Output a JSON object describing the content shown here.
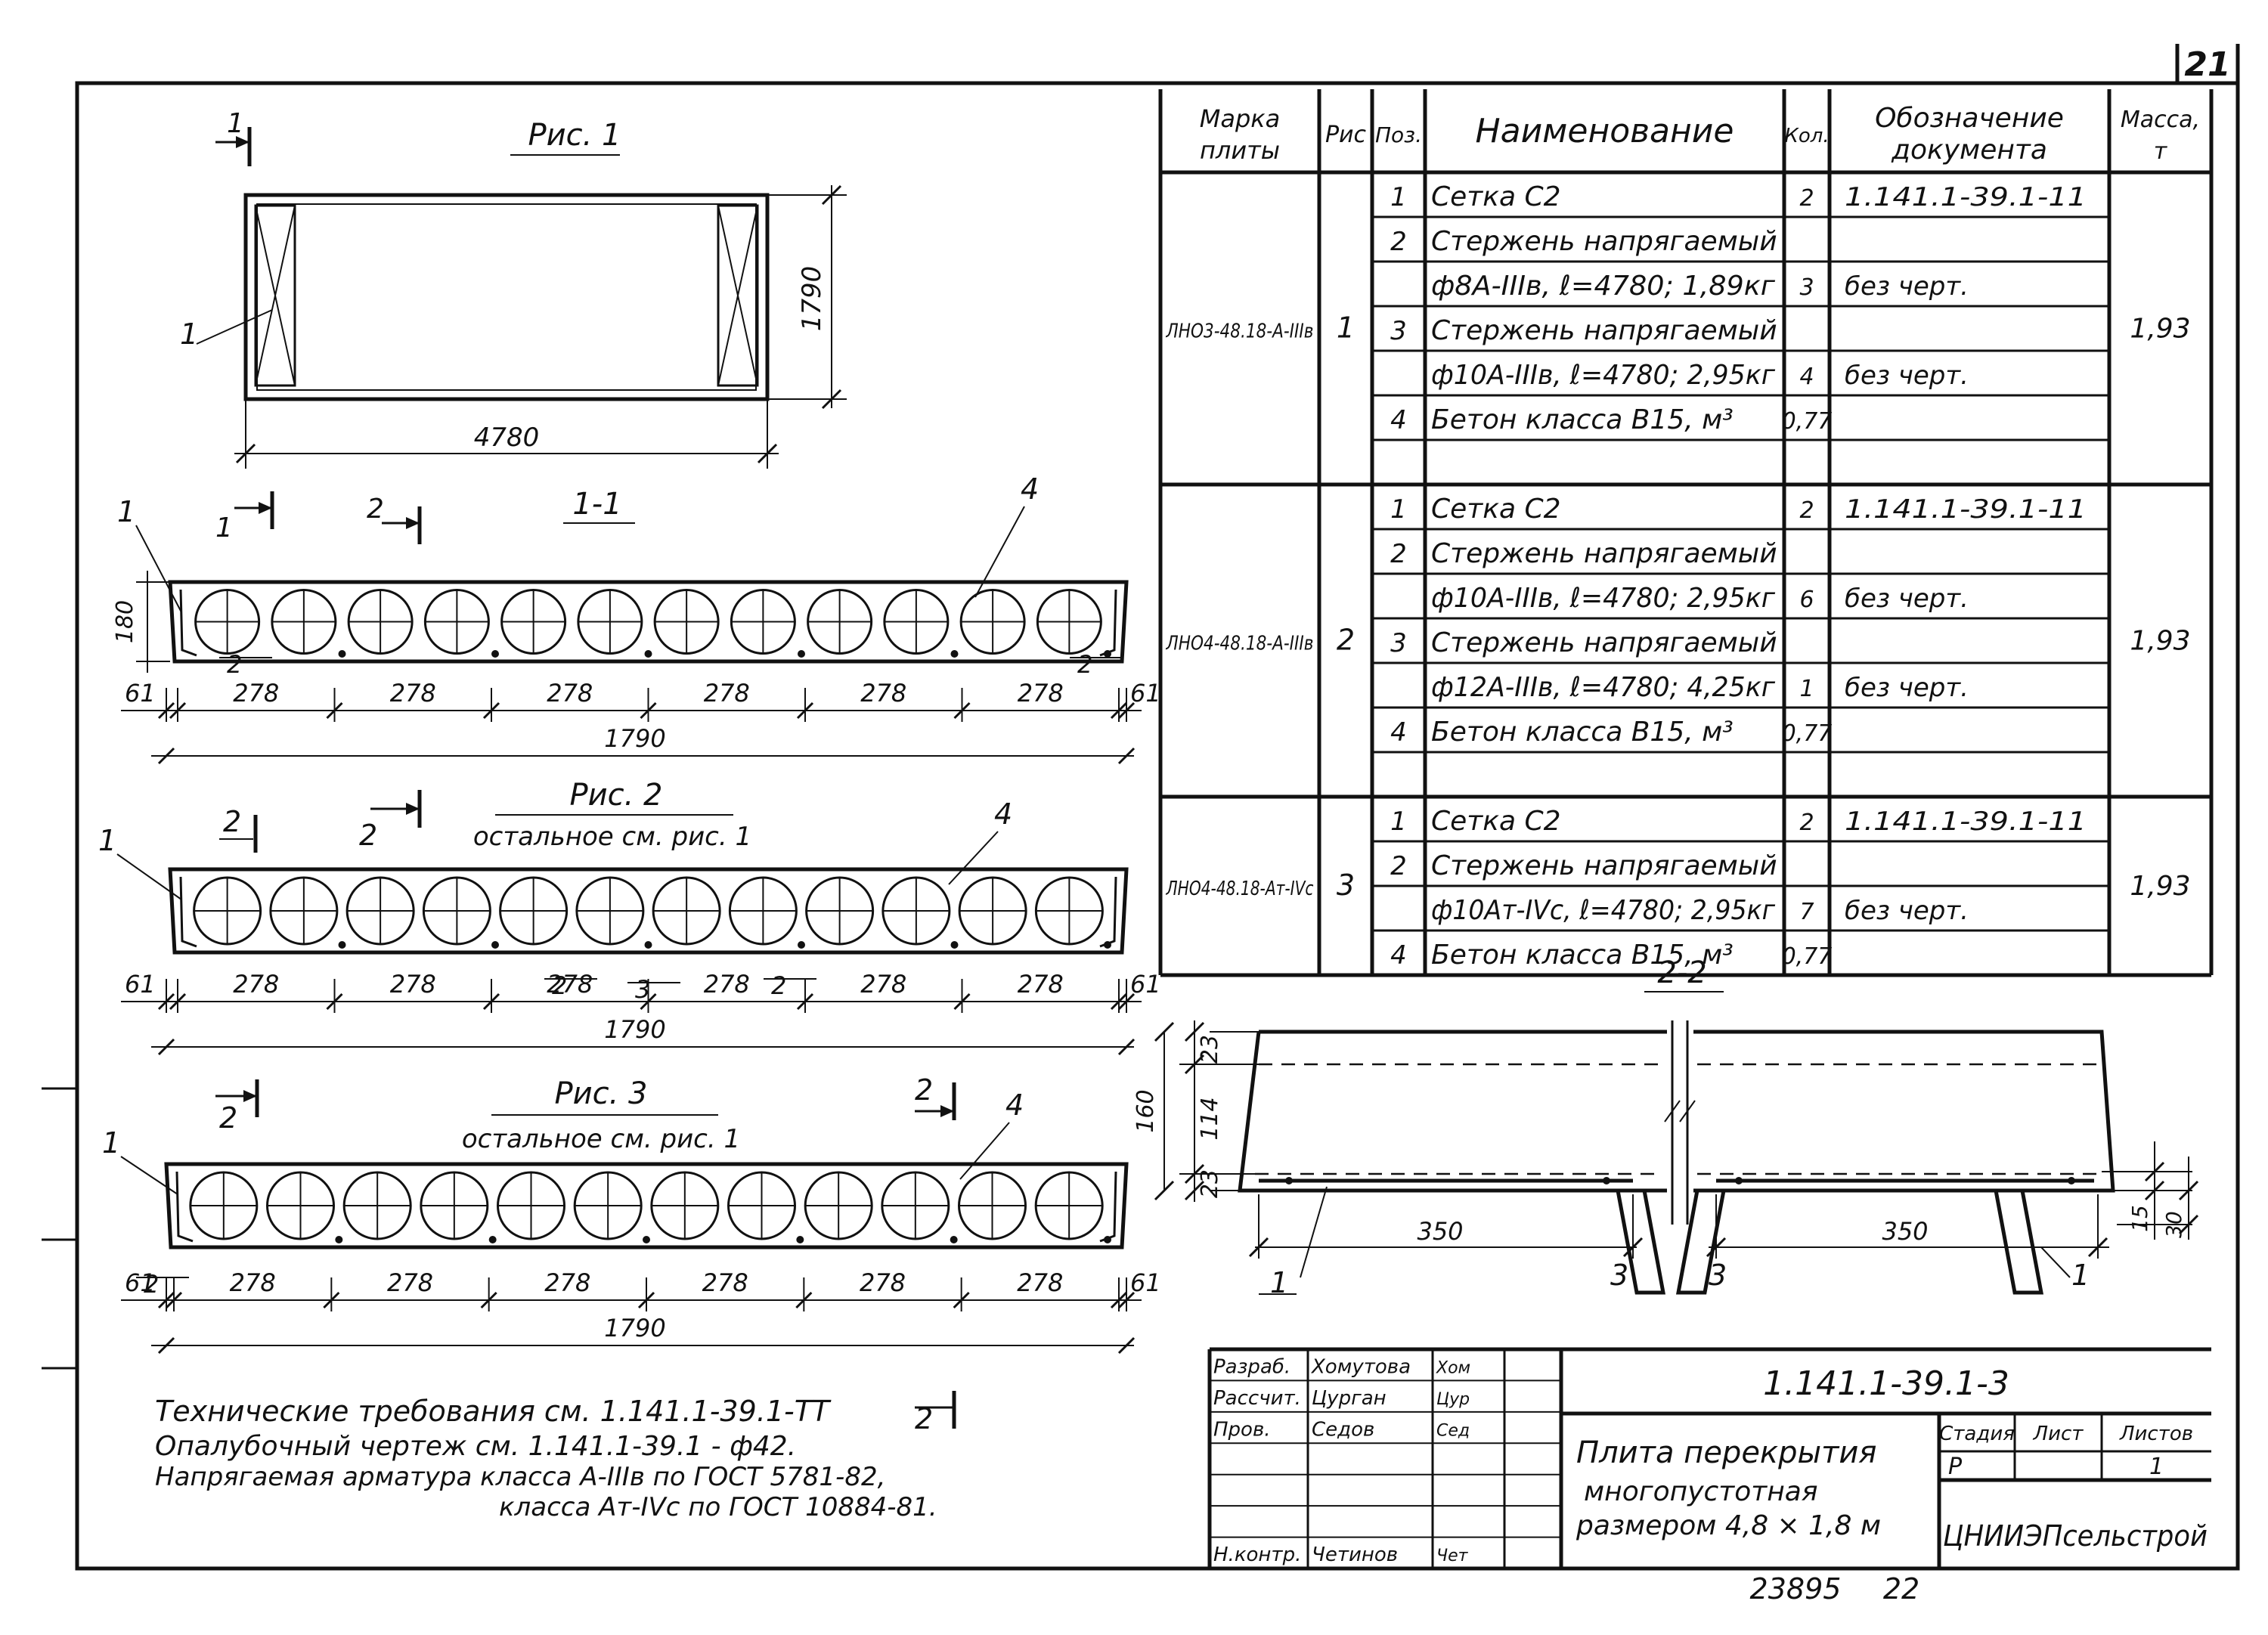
{
  "sheet_number": "21",
  "figures": {
    "fig1_title": "Рис. 1",
    "fig1_length": "4780",
    "fig1_width": "1790",
    "fig1_pos": "1",
    "sec11_title": "1-1",
    "sec11_height": "180",
    "fig2_title": "Рис. 2",
    "fig2_note": "остальное см. рис. 1",
    "fig3_title": "Рис. 3",
    "fig3_note": "остальное см. рис. 1",
    "dim_edge": "61",
    "dim_step": "278",
    "dim_total": "1790",
    "sec22_title": "2-2",
    "sec22_dims": [
      "23",
      "114",
      "160",
      "23"
    ],
    "sec22_350": "350",
    "sec22_15": "15",
    "sec22_30": "30",
    "cut1": "1",
    "cut2": "2",
    "pos1": "1",
    "pos2": "2",
    "pos3": "3",
    "pos4": "4"
  },
  "spec_table": {
    "headers": [
      "Марка плиты",
      "Рис",
      "Поз.",
      "Наименование",
      "Кол.",
      "Обозначение документа",
      "Масса, т"
    ],
    "groups": [
      {
        "mark": "ЛНО3-48.18-А-IIIв",
        "fig": "1",
        "mass": "1,93",
        "rows": [
          {
            "pos": "1",
            "name": "Сетка С2",
            "qty": "2",
            "doc": "1.141.1-39.1-11"
          },
          {
            "pos": "2",
            "name": "Стержень напрягаемый",
            "qty": "",
            "doc": ""
          },
          {
            "pos": "",
            "name": "ф8А-IIIв, ℓ=4780; 1,89кг",
            "qty": "3",
            "doc": "без черт."
          },
          {
            "pos": "3",
            "name": "Стержень напрягаемый",
            "qty": "",
            "doc": ""
          },
          {
            "pos": "",
            "name": "ф10А-IIIв, ℓ=4780; 2,95кг",
            "qty": "4",
            "doc": "без черт."
          },
          {
            "pos": "4",
            "name": "Бетон класса В15, м³",
            "qty": "0,77",
            "doc": ""
          },
          {
            "pos": "",
            "name": "",
            "qty": "",
            "doc": ""
          }
        ]
      },
      {
        "mark": "ЛНО4-48.18-А-IIIв",
        "fig": "2",
        "mass": "1,93",
        "rows": [
          {
            "pos": "1",
            "name": "Сетка С2",
            "qty": "2",
            "doc": "1.141.1-39.1-11"
          },
          {
            "pos": "2",
            "name": "Стержень напрягаемый",
            "qty": "",
            "doc": ""
          },
          {
            "pos": "",
            "name": "ф10А-IIIв, ℓ=4780; 2,95кг",
            "qty": "6",
            "doc": "без черт."
          },
          {
            "pos": "3",
            "name": "Стержень напрягаемый",
            "qty": "",
            "doc": ""
          },
          {
            "pos": "",
            "name": "ф12А-IIIв, ℓ=4780; 4,25кг",
            "qty": "1",
            "doc": "без черт."
          },
          {
            "pos": "4",
            "name": "Бетон класса В15, м³",
            "qty": "0,77",
            "doc": ""
          },
          {
            "pos": "",
            "name": "",
            "qty": "",
            "doc": ""
          }
        ]
      },
      {
        "mark": "ЛНО4-48.18-Ат-IVс",
        "fig": "3",
        "mass": "1,93",
        "rows": [
          {
            "pos": "1",
            "name": "Сетка С2",
            "qty": "2",
            "doc": "1.141.1-39.1-11"
          },
          {
            "pos": "2",
            "name": "Стержень напрягаемый",
            "qty": "",
            "doc": ""
          },
          {
            "pos": "",
            "name": "ф10Ат-IVс, ℓ=4780; 2,95кг",
            "qty": "7",
            "doc": "без черт."
          },
          {
            "pos": "4",
            "name": "Бетон класса В15, м³",
            "qty": "0,77",
            "doc": ""
          }
        ]
      }
    ]
  },
  "tech_notes": [
    "Технические требования см. 1.141.1-39.1-ТТ",
    "Опалубочный чертеж см. 1.141.1-39.1 - ф42.",
    "Напрягаемая арматура класса А-IIIв по ГОСТ 5781-82,",
    "класса Ат-IVс по ГОСТ 10884-81."
  ],
  "title_block": {
    "staff": [
      {
        "role": "Разраб.",
        "name": "Хомутова",
        "sign": "Хом"
      },
      {
        "role": "Рассчит.",
        "name": "Цурган",
        "sign": "Цур"
      },
      {
        "role": "Пров.",
        "name": "Седов",
        "sign": "Сед"
      },
      {
        "role": "",
        "name": "",
        "sign": ""
      },
      {
        "role": "",
        "name": "",
        "sign": ""
      },
      {
        "role": "",
        "name": "",
        "sign": ""
      },
      {
        "role": "Н.контр.",
        "name": "Четинов",
        "sign": "Чет"
      }
    ],
    "doc_code": "1.141.1-39.1-3",
    "title_lines": [
      "Плита перекрытия",
      "многопустотная",
      "размером 4,8 × 1,8 м"
    ],
    "stage_label": "Стадия",
    "sheet_label": "Лист",
    "sheets_label": "Листов",
    "stage": "Р",
    "sheet": "",
    "sheets": "1",
    "org": "ЦНИИЭПсельстрой"
  },
  "footer_code": "23895",
  "footer_page": "22"
}
